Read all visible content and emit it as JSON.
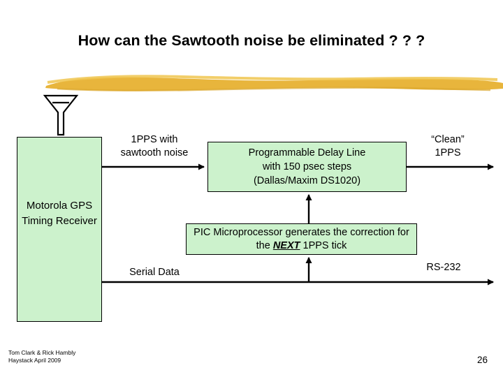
{
  "slide": {
    "title": "How can the Sawtooth noise be eliminated ? ? ?",
    "page_number": "26",
    "footer": "Tom Clark & Rick Hambly\nHaystack     April 2009",
    "accent_color": "#e8b53c",
    "box_fill_color": "#ccf2cc"
  },
  "diagram": {
    "gps_box_label": "Motorola\nGPS\nTiming\nReceiver",
    "antenna_icon": "antenna-icon",
    "labels": {
      "sawtooth": "1PPS with\nsawtooth noise",
      "clean": "“Clean”\n1PPS",
      "serial_data": "Serial Data",
      "rs232": "RS-232"
    },
    "delay_line_box": "Programmable Delay Line\nwith 150 psec steps\n(Dallas/Maxim DS1020)",
    "pic_box": {
      "before": "PIC Microprocessor generates the\ncorrection for the ",
      "emphasis": "NEXT",
      "after": " 1PPS tick"
    }
  }
}
